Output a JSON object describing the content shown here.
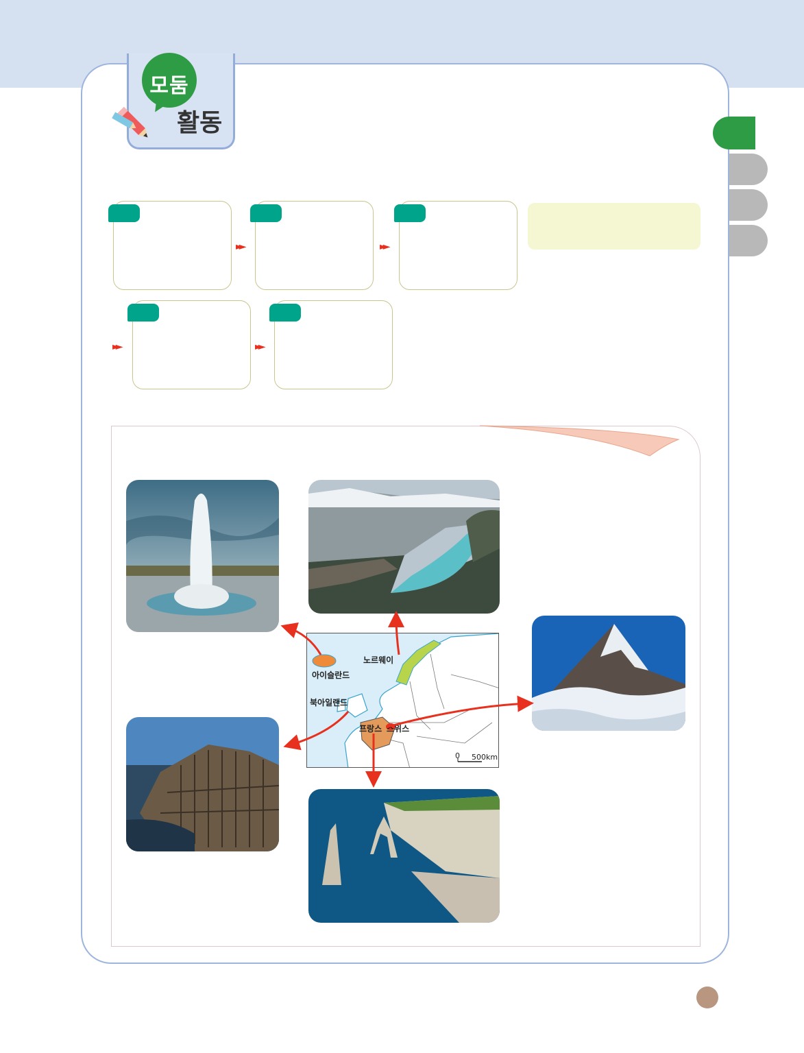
{
  "header": {
    "badge_line1": "모둠",
    "badge_line2": "활동",
    "accent_color": "#2e9c45",
    "pencil_icon": "pencil-icon"
  },
  "map": {
    "labels": {
      "iceland": "아이슬란드",
      "norway": "노르웨이",
      "northern_ireland": "북아일랜드",
      "france": "프랑스",
      "switzerland": "스위스"
    },
    "scale_zero": "0",
    "scale_distance": "500km"
  },
  "photos": [
    {
      "id": "geyser",
      "subject": "geyser eruption"
    },
    {
      "id": "fjord",
      "subject": "fjord with rock ledge"
    },
    {
      "id": "matterhorn",
      "subject": "snow-capped peak"
    },
    {
      "id": "basalt",
      "subject": "hexagonal basalt columns"
    },
    {
      "id": "cliffs",
      "subject": "chalk sea cliffs and arch"
    }
  ],
  "colors": {
    "step_label": "#00a48a",
    "arrow": "#e8301e",
    "page_marker": "#b89680"
  }
}
